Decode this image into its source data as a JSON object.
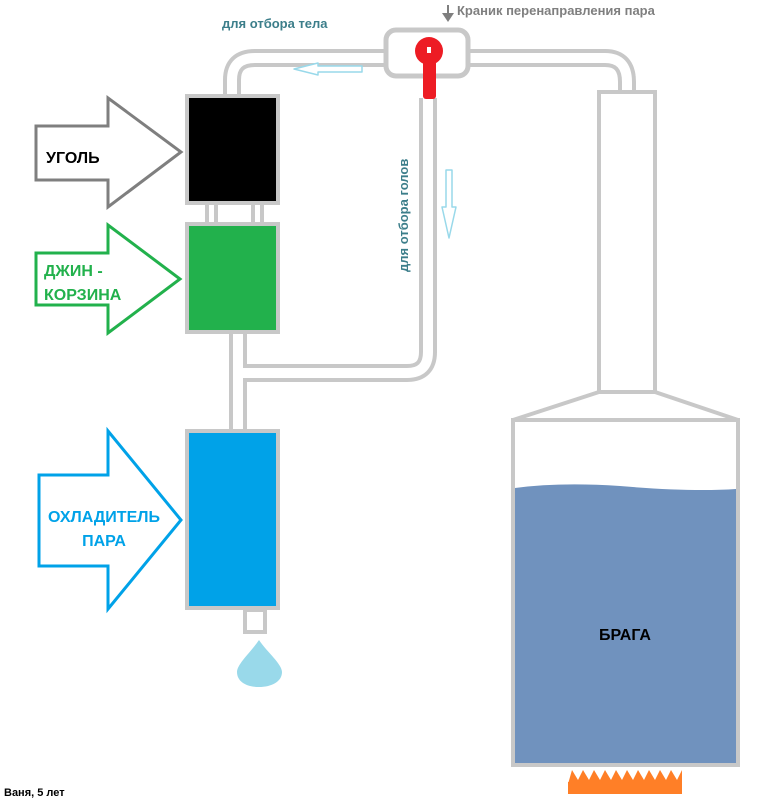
{
  "labels": {
    "coal": "УГОЛЬ",
    "gin_line1": "ДЖИН -",
    "gin_line2": "КОРЗИНА",
    "cooler_line1": "ОХЛАДИТЕЛЬ",
    "cooler_line2": "ПАРА",
    "body_draw": "для отбора тела",
    "heads_draw": "для отбора голов",
    "valve": "Краник перенаправления пара",
    "mash": "БРАГА",
    "author": "Ваня, 5 лет"
  },
  "colors": {
    "pipe": "#c8c8c8",
    "pipe_inner": "#ffffff",
    "coal": "#000000",
    "gin": "#22b14c",
    "cooler": "#00a2e8",
    "mash": "#7092be",
    "valve": "#ed1c24",
    "flame": "#ff7f27",
    "drop": "#99d9ea",
    "flow_arrow": "#99d9ea",
    "coal_arrow": "#7f7f7f",
    "gin_arrow": "#22b14c",
    "cooler_arrow": "#00a2e8",
    "label_teal": "#3c7e8a",
    "label_gray": "#7f7f7f"
  },
  "icons": [
    "valve-icon",
    "drop-icon",
    "flame-icon",
    "arrow-left-icon",
    "arrow-down-icon",
    "pointer-arrow-icon"
  ]
}
